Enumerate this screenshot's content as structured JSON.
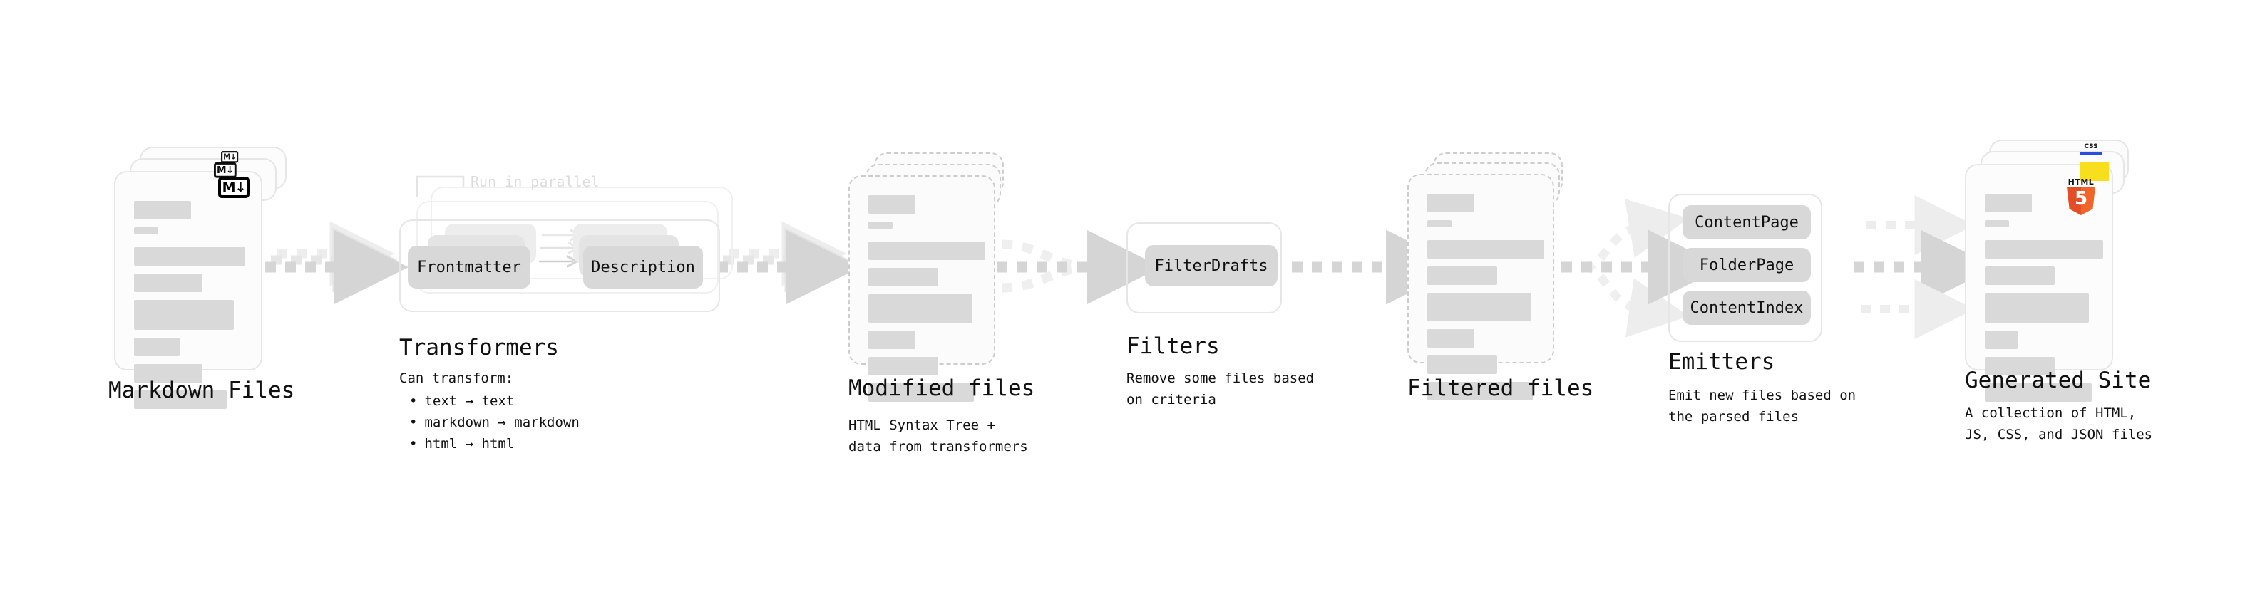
{
  "diagram": {
    "title_visible": false,
    "colors": {
      "bar": "#d9d9d9",
      "card_border": "#e6e6e6",
      "dashed_border": "#cdcdcd",
      "chip": "#d8d8d8",
      "arrow": "#d5d5d5",
      "arrow_faint": "#ededed",
      "faint_text": "#dcdcdc",
      "html5_orange": "#e44d26",
      "js_yellow": "#f7df1e",
      "css_blue": "#264de4"
    }
  },
  "stages": {
    "markdown_files": {
      "title": "Markdown Files",
      "badge_label": "M↓",
      "badge_icon": "markdown-icon",
      "stack_count": 3
    },
    "transformers": {
      "title": "Transformers",
      "parallel_note": "Run in parallel",
      "lead": "Can transform:",
      "bullets": [
        "text → text",
        "markdown → markdown",
        "html → html"
      ],
      "chips": [
        "Frontmatter",
        "Description"
      ],
      "stack_count": 3
    },
    "modified_files": {
      "title": "Modified files",
      "description": "HTML Syntax Tree +\ndata from transformers",
      "stack_count": 3
    },
    "filters": {
      "title": "Filters",
      "description": "Remove some files based\non criteria",
      "chips": [
        "FilterDrafts"
      ]
    },
    "filtered_files": {
      "title": "Filtered files",
      "stack_count": 3
    },
    "emitters": {
      "title": "Emitters",
      "description": "Emit new files based on\nthe parsed files",
      "chips": [
        "ContentPage",
        "FolderPage",
        "ContentIndex"
      ]
    },
    "generated_site": {
      "title": "Generated Site",
      "description": "A collection of HTML,\nJS, CSS, and JSON files",
      "badges": [
        {
          "icon": "css3-icon",
          "label": "CSS"
        },
        {
          "icon": "javascript-icon",
          "label": ""
        },
        {
          "icon": "html5-icon",
          "label": "HTML",
          "number": "5"
        }
      ],
      "stack_count": 3
    }
  },
  "connectors": [
    {
      "name": "markdown-to-transformers",
      "style": "stacked-dashed-arrow"
    },
    {
      "name": "transformers-to-modified",
      "style": "stacked-dashed-arrow"
    },
    {
      "name": "modified-to-filters",
      "style": "fan-in-dashed-arrow"
    },
    {
      "name": "filters-to-filtered",
      "style": "dashed-arrow"
    },
    {
      "name": "filtered-to-emitters",
      "style": "fan-out-dashed-arrow"
    },
    {
      "name": "emitters-to-site",
      "style": "triple-dashed-arrow"
    }
  ]
}
